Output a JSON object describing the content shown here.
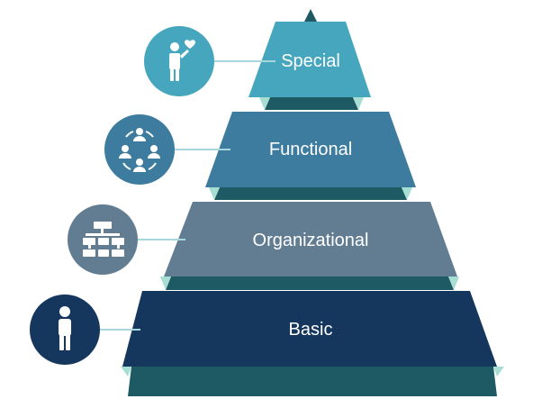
{
  "colors": {
    "special": "#46a6bd",
    "functional": "#3d7c9f",
    "organizational": "#627d92",
    "basic": "#15375e",
    "band_dark": "#1e5a63",
    "band_light": "#a7ded3",
    "connector": "#a7d6dd"
  },
  "levels": [
    {
      "key": "special",
      "label": "Special",
      "icon": "person-heart-icon"
    },
    {
      "key": "functional",
      "label": "Functional",
      "icon": "team-network-icon"
    },
    {
      "key": "organizational",
      "label": "Organizational",
      "icon": "org-chart-icon"
    },
    {
      "key": "basic",
      "label": "Basic",
      "icon": "person-icon"
    }
  ]
}
